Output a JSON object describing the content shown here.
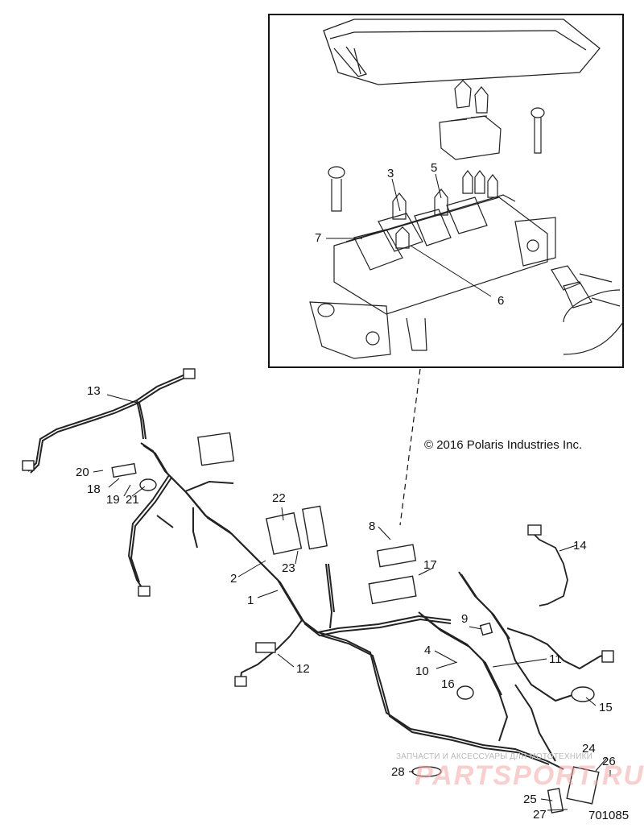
{
  "copyright": "© 2016 Polaris Industries Inc.",
  "part_number": "701085",
  "watermark": {
    "caption": "ЗАПЧАСТИ И АКСЕССУАРЫ ДЛЯ МОТОТЕХНИКИ",
    "logo": "PARTSPORT.RU"
  },
  "callouts": {
    "c1": "1",
    "c2": "2",
    "c3": "3",
    "c4": "4",
    "c5": "5",
    "c6": "6",
    "c7": "7",
    "c8": "8",
    "c9": "9",
    "c10": "10",
    "c11": "11",
    "c12": "12",
    "c13": "13",
    "c14": "14",
    "c15": "15",
    "c16": "16",
    "c17": "17",
    "c18": "18",
    "c19": "19",
    "c20": "20",
    "c21": "21",
    "c22": "22",
    "c23": "23",
    "c24": "24",
    "c25": "25",
    "c26": "26",
    "c27": "27",
    "c28": "28"
  }
}
